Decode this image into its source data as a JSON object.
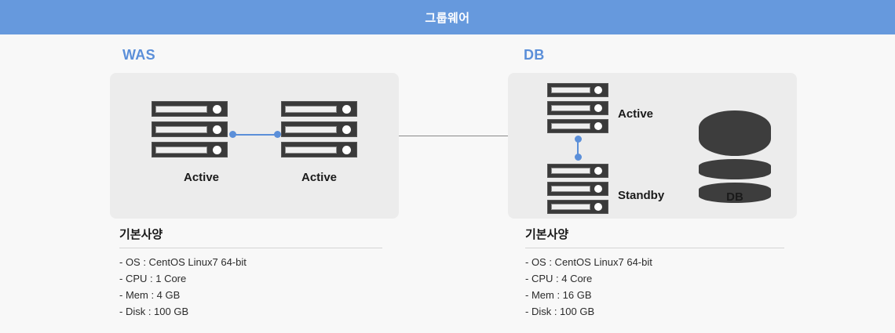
{
  "header": {
    "title": "그룹웨어"
  },
  "accent_color": "#5b8fd9",
  "header_color": "#6699dd",
  "panel_color": "#ececec",
  "background_color": "#f8f8f8",
  "columns": [
    {
      "id": "was",
      "heading": "WAS",
      "nodes": [
        {
          "id": "was-active-left",
          "label": "Active",
          "units": 3
        },
        {
          "id": "was-active-right",
          "label": "Active",
          "units": 3
        }
      ],
      "connector": {
        "orientation": "horizontal",
        "color": "#5b8fd9"
      },
      "spec": {
        "title": "기본사양",
        "items": [
          "- OS : CentOS Linux7 64-bit",
          "- CPU : 1 Core",
          "- Mem : 4 GB",
          "- Disk : 100 GB"
        ]
      }
    },
    {
      "id": "db",
      "heading": "DB",
      "nodes": [
        {
          "id": "db-active",
          "label": "Active",
          "units": 3
        },
        {
          "id": "db-standby",
          "label": "Standby",
          "units": 3
        }
      ],
      "connector": {
        "orientation": "vertical",
        "color": "#5b8fd9"
      },
      "storage": {
        "label": "DB",
        "icon": "database-cylinder-icon"
      },
      "spec": {
        "title": "기본사양",
        "items": [
          "- OS : CentOS Linux7 64-bit",
          "- CPU : 4 Core",
          "- Mem : 16 GB",
          "- Disk : 100 GB"
        ]
      }
    }
  ]
}
